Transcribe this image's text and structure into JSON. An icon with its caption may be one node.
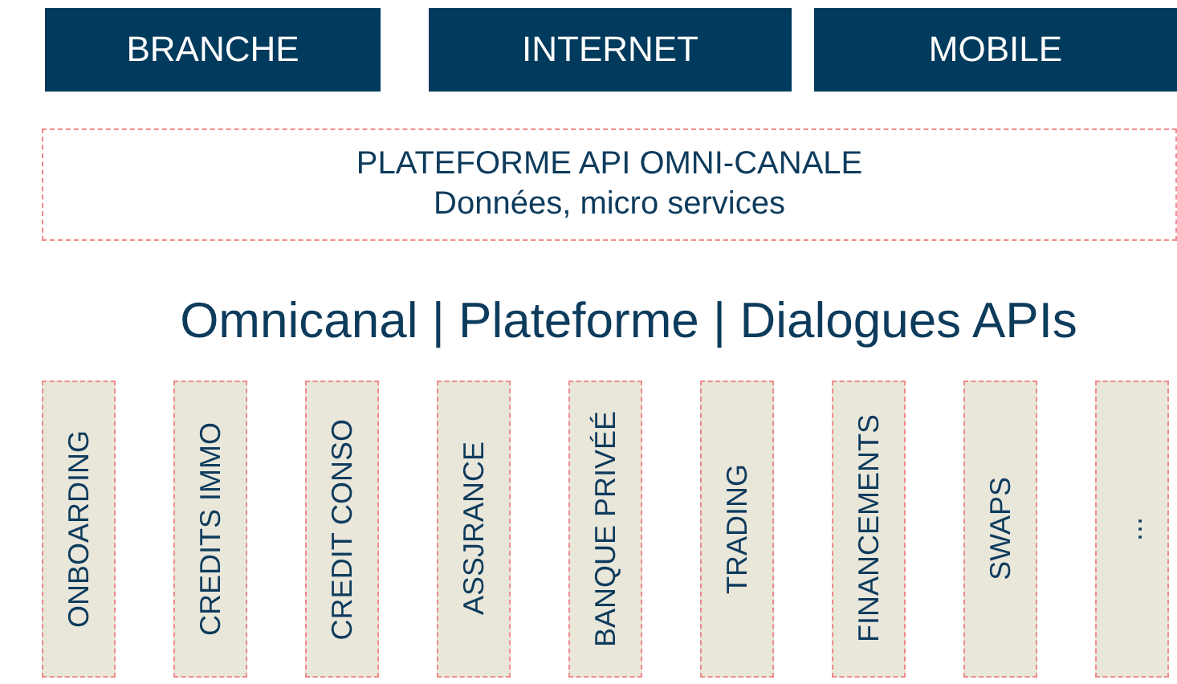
{
  "diagram": {
    "nodes": [
      {
        "text": [
          "BRANCHE"
        ]
      },
      {
        "text": [
          "INTERNET"
        ]
      },
      {
        "text": [
          "MOBILE"
        ]
      },
      {
        "text": [
          "PLATEFORME API OMNI-CANALE",
          "Données, micro services"
        ]
      },
      {
        "text": [
          "ONBOARDING"
        ]
      },
      {
        "text": [
          "CREDITS IMMO"
        ]
      },
      {
        "text": [
          "CREDIT CONSO"
        ]
      },
      {
        "text": [
          "ASSJRANCE"
        ]
      },
      {
        "text": [
          "BANQUE PRIVÉÉ"
        ]
      },
      {
        "text": [
          "TRADING"
        ]
      },
      {
        "text": [
          "FINANCEMENTS"
        ]
      },
      {
        "text": [
          "SWAPS"
        ]
      },
      {
        "text": [
          "..."
        ]
      }
    ],
    "labels": [
      "Omnicanal | Plateforme | Dialogues APIs"
    ]
  }
}
